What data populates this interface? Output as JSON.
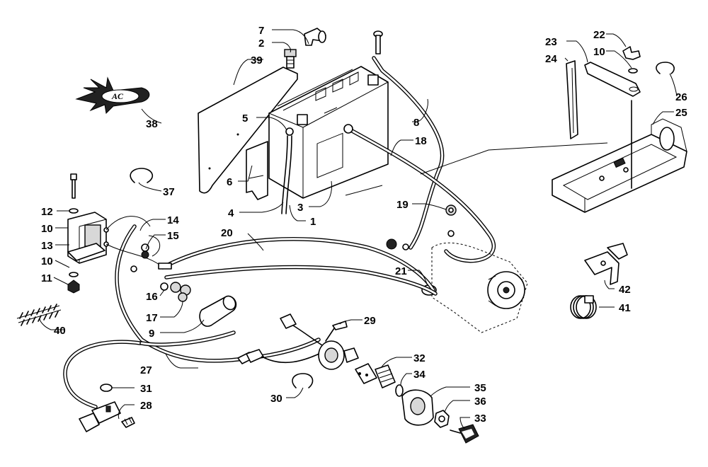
{
  "labels": [
    {
      "id": "1",
      "text": "1"
    },
    {
      "id": "2",
      "text": "2"
    },
    {
      "id": "3",
      "text": "3"
    },
    {
      "id": "4",
      "text": "4"
    },
    {
      "id": "5",
      "text": "5"
    },
    {
      "id": "6",
      "text": "6"
    },
    {
      "id": "7",
      "text": "7"
    },
    {
      "id": "8",
      "text": "8"
    },
    {
      "id": "9",
      "text": "9"
    },
    {
      "id": "10a",
      "text": "10"
    },
    {
      "id": "10b",
      "text": "10"
    },
    {
      "id": "10c",
      "text": "10"
    },
    {
      "id": "11",
      "text": "11"
    },
    {
      "id": "12",
      "text": "12"
    },
    {
      "id": "13",
      "text": "13"
    },
    {
      "id": "14",
      "text": "14"
    },
    {
      "id": "15",
      "text": "15"
    },
    {
      "id": "16",
      "text": "16"
    },
    {
      "id": "17",
      "text": "17"
    },
    {
      "id": "18",
      "text": "18"
    },
    {
      "id": "19",
      "text": "19"
    },
    {
      "id": "20",
      "text": "20"
    },
    {
      "id": "21",
      "text": "21"
    },
    {
      "id": "22",
      "text": "22"
    },
    {
      "id": "23",
      "text": "23"
    },
    {
      "id": "24",
      "text": "24"
    },
    {
      "id": "25",
      "text": "25"
    },
    {
      "id": "26",
      "text": "26"
    },
    {
      "id": "27",
      "text": "27"
    },
    {
      "id": "28",
      "text": "28"
    },
    {
      "id": "29",
      "text": "29"
    },
    {
      "id": "30",
      "text": "30"
    },
    {
      "id": "31",
      "text": "31"
    },
    {
      "id": "32",
      "text": "32"
    },
    {
      "id": "33",
      "text": "33"
    },
    {
      "id": "34",
      "text": "34"
    },
    {
      "id": "35",
      "text": "35"
    },
    {
      "id": "36",
      "text": "36"
    },
    {
      "id": "37",
      "text": "37"
    },
    {
      "id": "38",
      "text": "38"
    },
    {
      "id": "39",
      "text": "39"
    },
    {
      "id": "40",
      "text": "40"
    },
    {
      "id": "41",
      "text": "41"
    },
    {
      "id": "42",
      "text": "42"
    }
  ],
  "logo": {
    "text": "AC"
  }
}
